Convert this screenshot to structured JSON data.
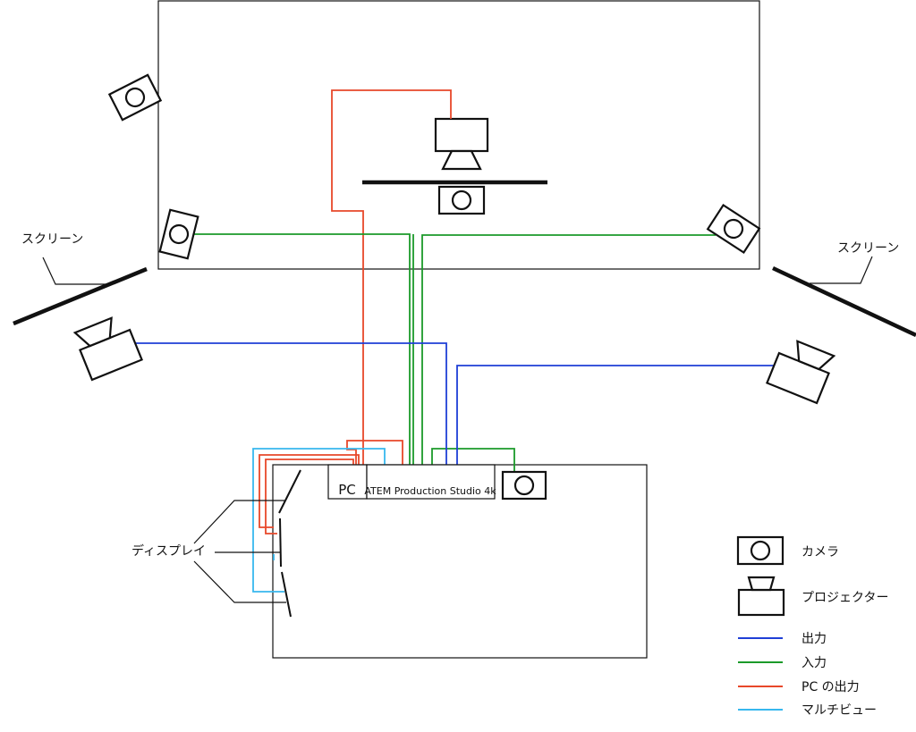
{
  "labels": {
    "screen_left": "スクリーン",
    "screen_right": "スクリーン",
    "display": "ディスプレイ",
    "pc": "PC",
    "switcher": "ATEM Production Studio 4k"
  },
  "legend": {
    "camera": "カメラ",
    "projector": "プロジェクター",
    "output": "出力",
    "input": "入力",
    "pc_output": "PC の出力",
    "multiview": "マルチビュー"
  },
  "colors": {
    "output": "#1f3fd6",
    "input": "#1b9a2a",
    "pc_output": "#e8482a",
    "multiview": "#37b8ee",
    "outline": "#111111"
  }
}
